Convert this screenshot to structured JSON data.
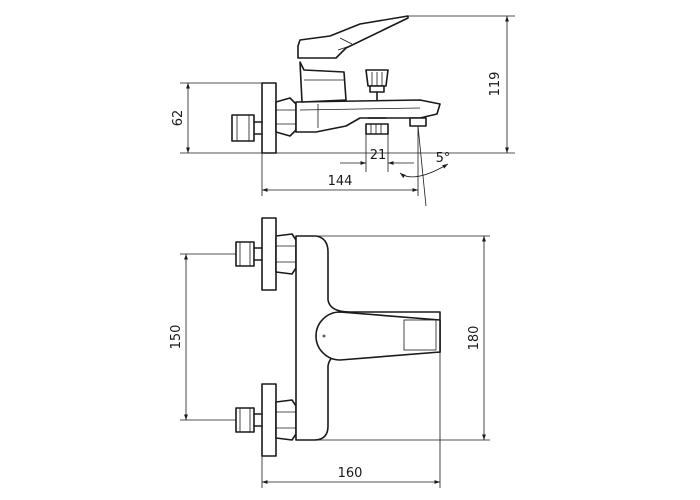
{
  "drawing": {
    "side_view": {
      "dim_height_overall": "119",
      "dim_height_outlet": "62",
      "dim_projection": "144",
      "dim_diverter": "21",
      "dim_angle": "5°"
    },
    "top_view": {
      "dim_inlet_spacing": "150",
      "dim_body_length": "180",
      "dim_width": "160"
    }
  }
}
